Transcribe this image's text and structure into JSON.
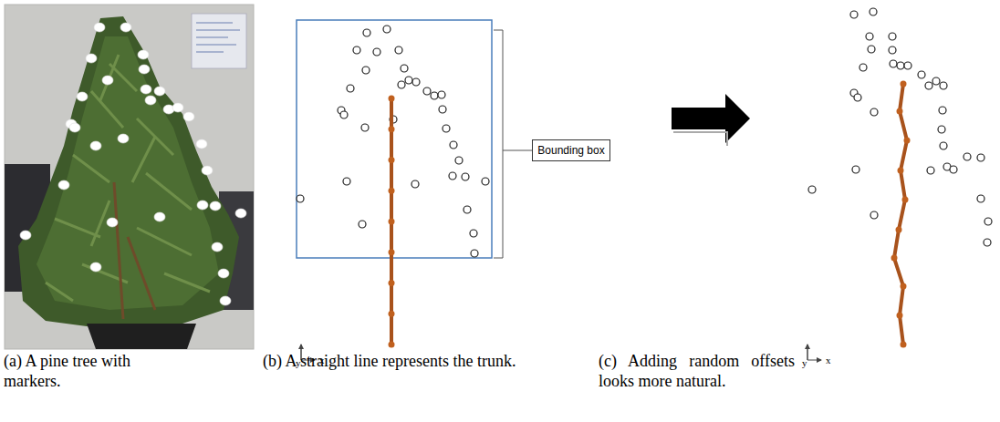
{
  "diagram": {
    "nodes": [
      {
        "text": [
          "Bounding box"
        ]
      }
    ],
    "edges": [],
    "labels": [
      "(a) A pine tree with markers.",
      "(b) A straight line represents the trunk.",
      "(c) Adding random offsets looks more natural.",
      "y",
      "x",
      "y",
      "x"
    ]
  }
}
